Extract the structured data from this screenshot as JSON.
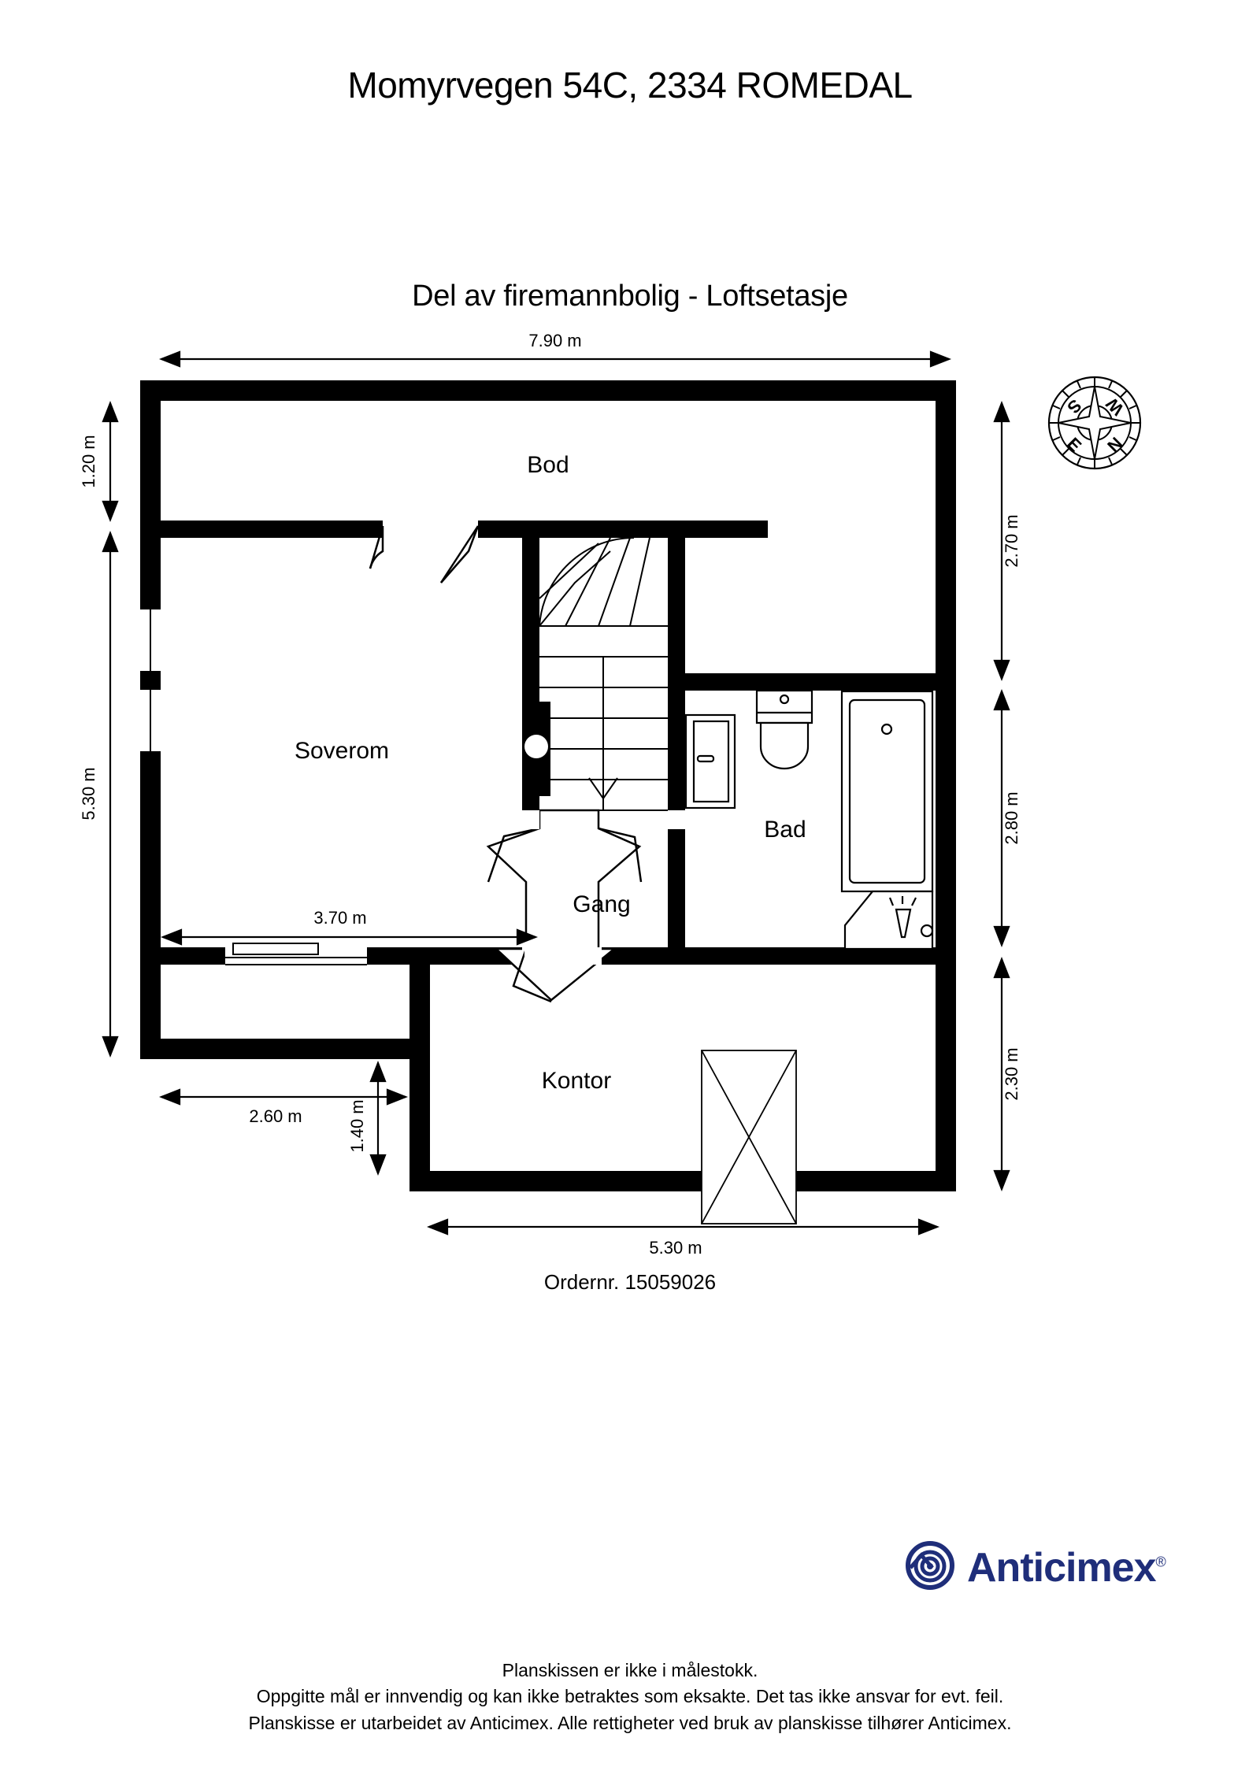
{
  "document": {
    "title": "Momyrvegen 54C, 2334 ROMEDAL",
    "plan_subtitle": "Del av firemannbolig - Loftsetasje",
    "order_number": "Ordernr. 15059026"
  },
  "brand": {
    "name": "Anticimex",
    "registered_mark": "®",
    "color": "#1F2E7A"
  },
  "compass": {
    "labels": {
      "top_left": "S",
      "top_right": "W",
      "bottom_left": "E",
      "bottom_right": "N"
    }
  },
  "rooms": [
    {
      "id": "bod",
      "label": "Bod"
    },
    {
      "id": "soverom",
      "label": "Soverom"
    },
    {
      "id": "gang",
      "label": "Gang"
    },
    {
      "id": "bad",
      "label": "Bad"
    },
    {
      "id": "kontor",
      "label": "Kontor"
    }
  ],
  "dimensions": {
    "top_width": "7.90 m",
    "left_upper": "1.20 m",
    "left_lower": "5.30 m",
    "right_upper": "2.70 m",
    "right_middle": "2.80 m",
    "right_lower": "2.30 m",
    "soverom_width": "3.70 m",
    "lower_left_width": "2.60 m",
    "lower_left_height": "1.40 m",
    "bottom_width": "5.30 m"
  },
  "disclaimer": {
    "line1": "Planskissen er ikke i målestokk.",
    "line2": "Oppgitte mål er innvendig og kan ikke betraktes som eksakte. Det tas ikke ansvar for evt. feil.",
    "line3": "Planskisse er utarbeidet av Anticimex. Alle rettigheter ved bruk av planskisse tilhører Anticimex."
  },
  "colors": {
    "wall": "#000000",
    "floor": "#ffffff",
    "text": "#000000"
  }
}
